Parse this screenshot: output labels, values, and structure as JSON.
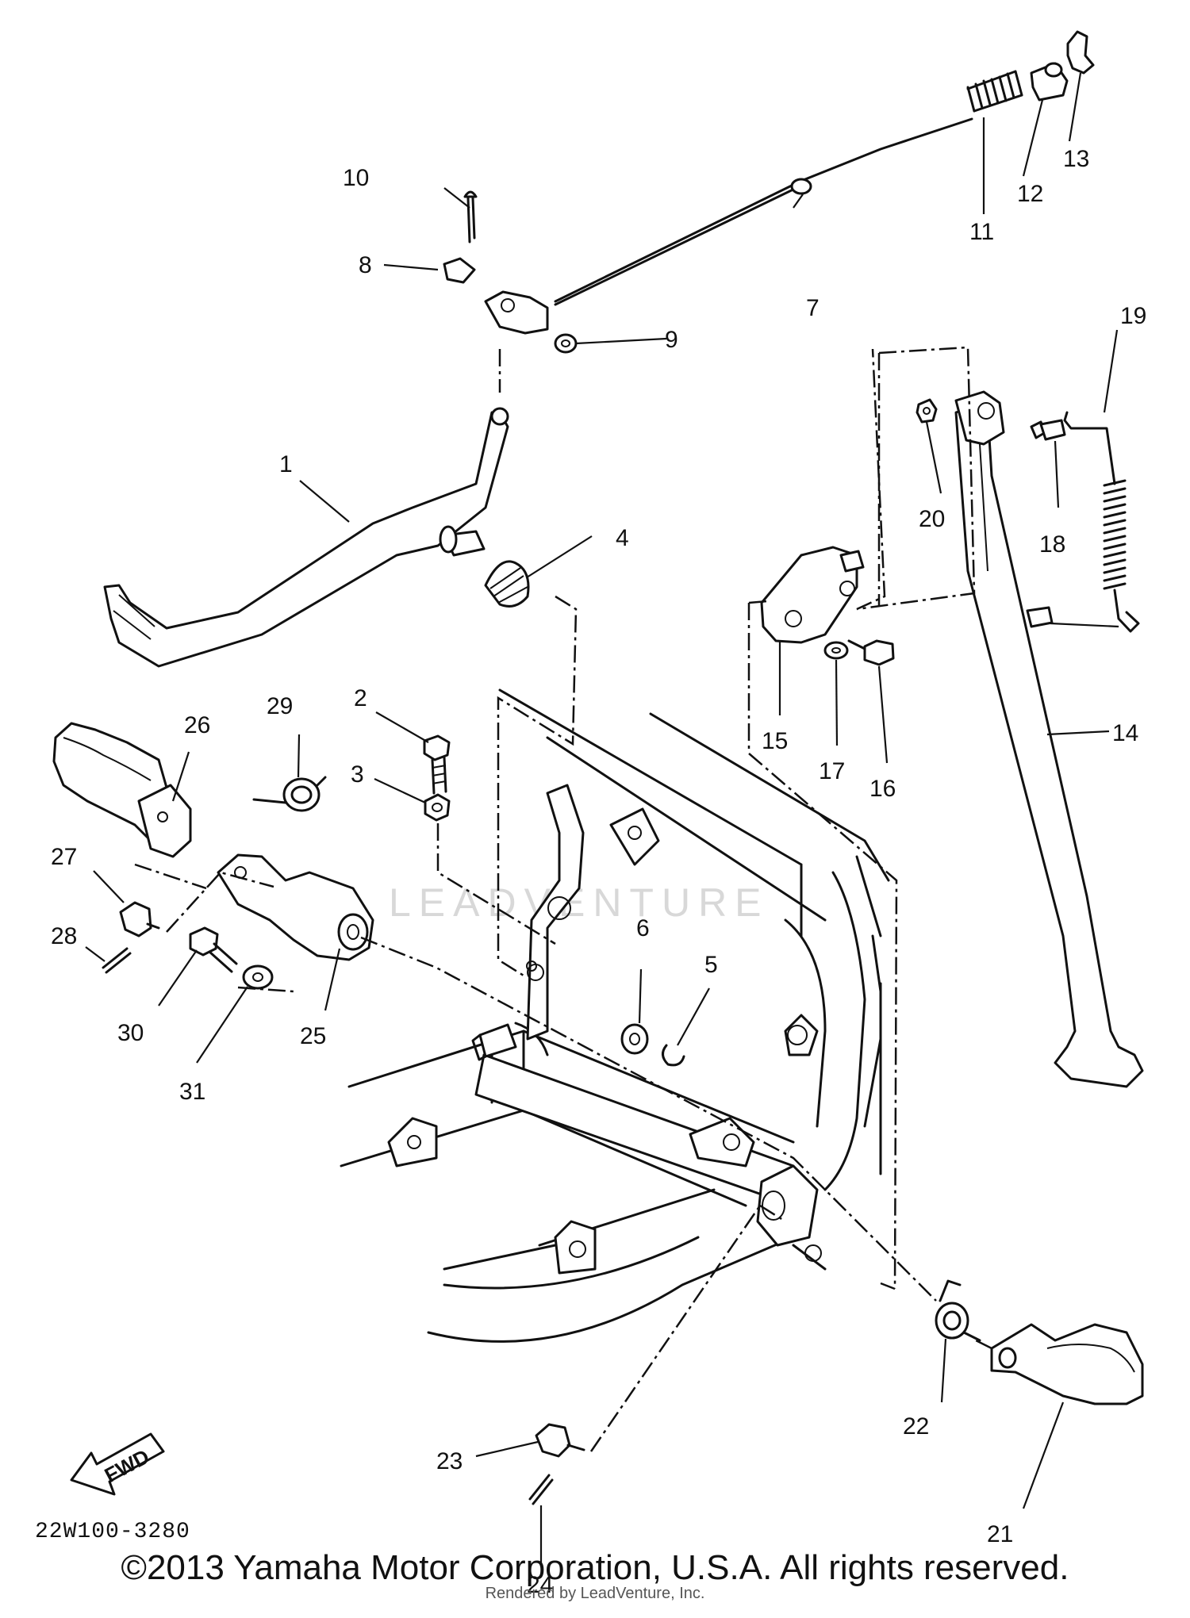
{
  "diagram_code": "22W100-3280",
  "fwd_label": "FWD",
  "watermark": "LEADVENTURE",
  "copyright": "©2013 Yamaha Motor Corporation, U.S.A. All rights reserved.",
  "rendered_by": "Rendered by LeadVenture, Inc.",
  "labels": {
    "p1": "1",
    "p2": "2",
    "p3": "3",
    "p4": "4",
    "p5": "5",
    "p6": "6",
    "p7": "7",
    "p8": "8",
    "p9": "9",
    "p10": "10",
    "p11": "11",
    "p12": "12",
    "p13": "13",
    "p14": "14",
    "p15": "15",
    "p16": "16",
    "p17": "17",
    "p18": "18",
    "p19": "19",
    "p20": "20",
    "p21": "21",
    "p22": "22",
    "p23": "23",
    "p24": "24",
    "p25": "25",
    "p26": "26",
    "p27": "27",
    "p28": "28",
    "p29": "29",
    "p30": "30",
    "p31": "31"
  }
}
